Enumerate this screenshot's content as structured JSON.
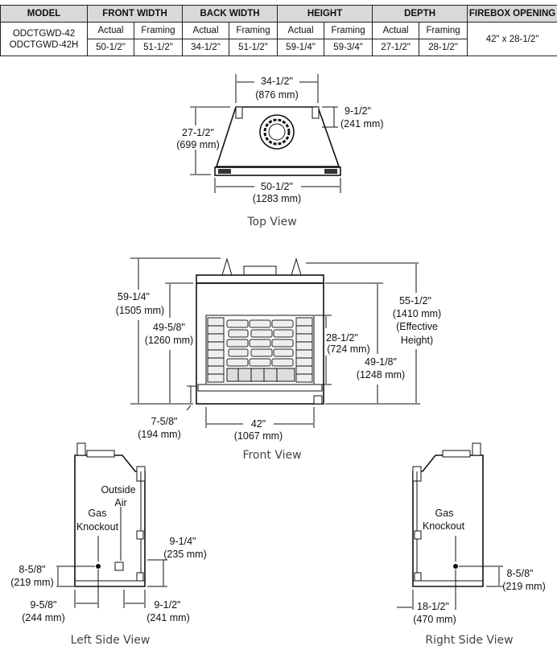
{
  "table": {
    "headers": [
      "MODEL",
      "FRONT WIDTH",
      "BACK WIDTH",
      "HEIGHT",
      "DEPTH",
      "FIREBOX OPENING"
    ],
    "sub_actual": "Actual",
    "sub_framing": "Framing",
    "models": [
      "ODCTGWD-42",
      "ODCTGWD-42H"
    ],
    "row_actual": [
      "50-1/2\"",
      "34-1/2\"",
      "59-1/4\"",
      "27-1/2\""
    ],
    "row_framing": [
      "51-1/2\"",
      "51-1/2\"",
      "59-3/4\"",
      "28-1/2\""
    ],
    "firebox_opening": "42\" x 28-1/2\""
  },
  "top_view": {
    "caption": "Top View",
    "back_width": "34-1/2\"",
    "back_width_mm": "(876 mm)",
    "side_depth": "9-1/2\"",
    "side_depth_mm": "(241 mm)",
    "depth": "27-1/2\"",
    "depth_mm": "(699 mm)",
    "front_width": "50-1/2\"",
    "front_width_mm": "(1283 mm)"
  },
  "front_view": {
    "caption": "Front View",
    "height": "59-1/4\"",
    "height_mm": "(1505 mm)",
    "h2": "49-5/8\"",
    "h2_mm": "(1260 mm)",
    "opening_h": "28-1/2\"",
    "opening_h_mm": "(724 mm)",
    "h3": "49-1/8\"",
    "h3_mm": "(1248 mm)",
    "eff": "55-1/2\"",
    "eff_mm": "(1410 mm)",
    "eff_l1": "(Effective",
    "eff_l2": "Height)",
    "base": "7-5/8\"",
    "base_mm": "(194 mm)",
    "opening_w": "42\"",
    "opening_w_mm": "(1067 mm)"
  },
  "left_view": {
    "caption": "Left Side View",
    "outside": "Outside",
    "air": "Air",
    "gas": "Gas",
    "knockout": "Knockout",
    "d1": "9-1/4\"",
    "d1_mm": "(235 mm)",
    "d2": "8-5/8\"",
    "d2_mm": "(219 mm)",
    "d3": "9-5/8\"",
    "d3_mm": "(244 mm)",
    "d4": "9-1/2\"",
    "d4_mm": "(241 mm)"
  },
  "right_view": {
    "caption": "Right Side View",
    "gas": "Gas",
    "knockout": "Knockout",
    "d1": "8-5/8\"",
    "d1_mm": "(219 mm)",
    "d2": "18-1/2\"",
    "d2_mm": "(470 mm)"
  }
}
